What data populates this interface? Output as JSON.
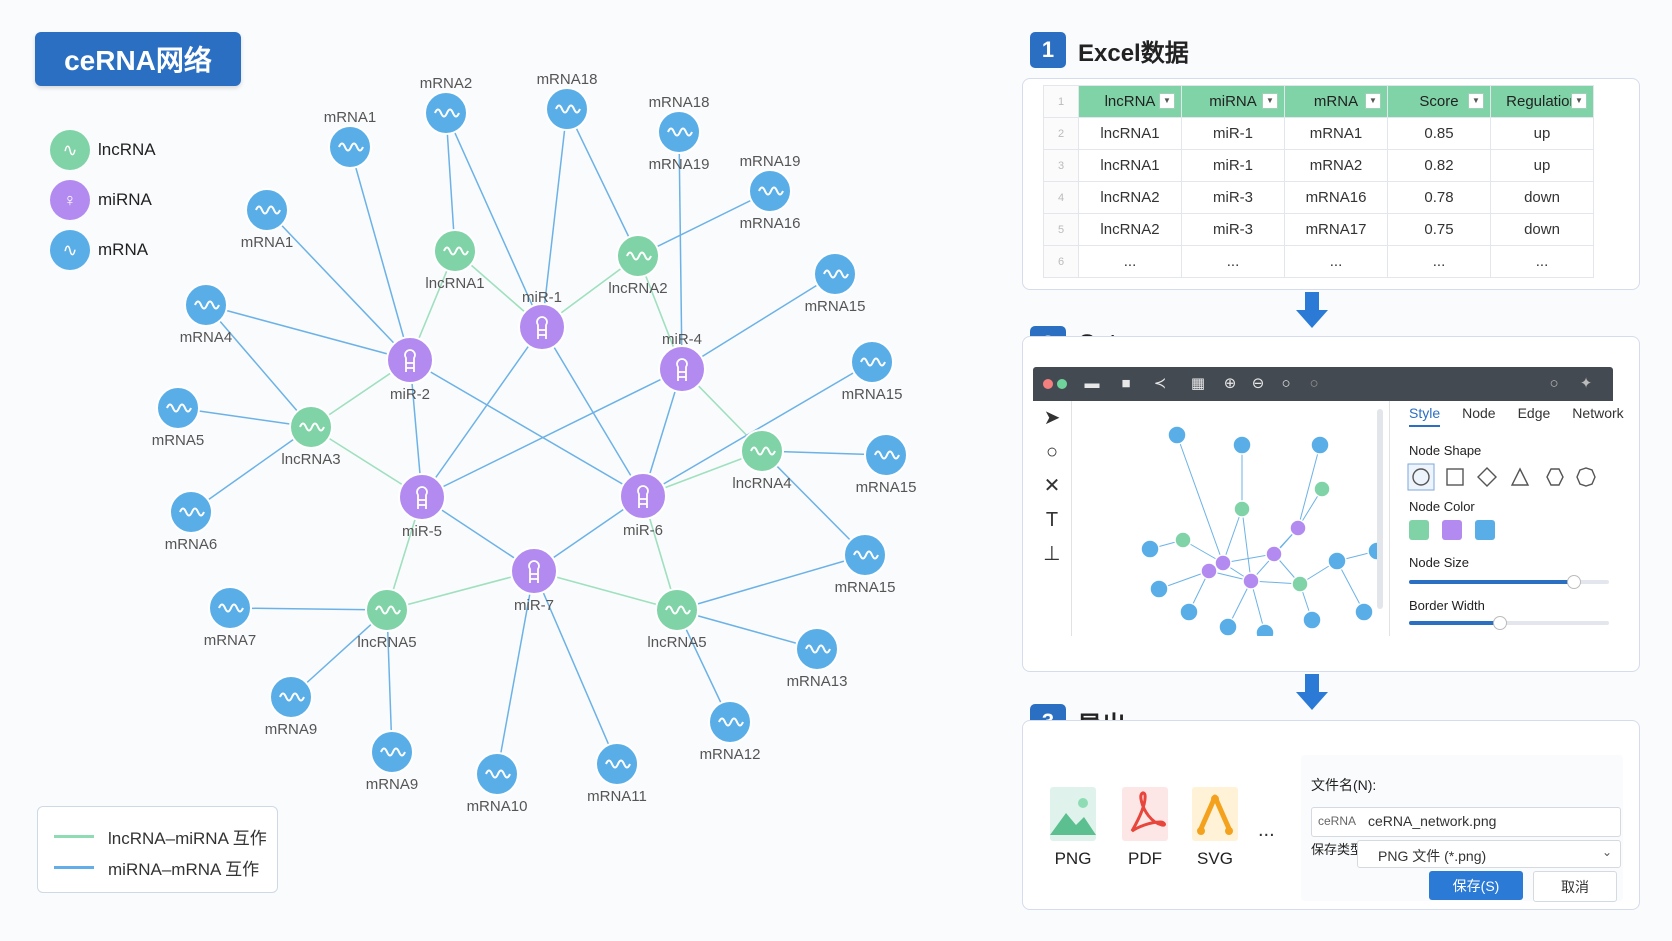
{
  "title": "ceRNA网络",
  "legend": {
    "node_types": [
      {
        "label": "lncRNA",
        "color": "#7fd3a7"
      },
      {
        "label": "miRNA",
        "color": "#b28af0"
      },
      {
        "label": "mRNA",
        "color": "#5aaee8"
      }
    ],
    "edge_types": [
      {
        "label": "lncRNA–miRNA 互作",
        "color": "#8fdcb4"
      },
      {
        "label": "miRNA–mRNA 互作",
        "color": "#63aee8"
      }
    ]
  },
  "network": {
    "lncrna": [
      {
        "id": "L1",
        "label": "lncRNA1"
      },
      {
        "id": "L2",
        "label": "lncRNA2"
      },
      {
        "id": "L3",
        "label": "lncRNA3"
      },
      {
        "id": "L4",
        "label": "lncRNA4"
      },
      {
        "id": "L5",
        "label": "lncRNA5"
      },
      {
        "id": "L6",
        "label": "lncRNA5"
      }
    ],
    "mirna": [
      {
        "id": "M1",
        "label": "miR-1"
      },
      {
        "id": "M2",
        "label": "miR-2"
      },
      {
        "id": "M4",
        "label": "miR-4"
      },
      {
        "id": "M5",
        "label": "miR-5"
      },
      {
        "id": "M6",
        "label": "miR-6"
      },
      {
        "id": "M7",
        "label": "miR-7"
      }
    ],
    "mrna": [
      {
        "id": "R1",
        "label": "mRNA1"
      },
      {
        "id": "R2",
        "label": "mRNA2"
      },
      {
        "id": "R18",
        "label": "mRNA18"
      },
      {
        "id": "R19",
        "label": "mRNA18"
      },
      {
        "id": "R1b",
        "label": "mRNA1"
      },
      {
        "id": "R16",
        "label": "mRNA16"
      },
      {
        "id": "R4",
        "label": "mRNA4"
      },
      {
        "id": "R15a",
        "label": "mRNA15"
      },
      {
        "id": "R15b",
        "label": "mRNA15"
      },
      {
        "id": "R15c",
        "label": "mRNA15"
      },
      {
        "id": "R15d",
        "label": "mRNA15"
      },
      {
        "id": "R5",
        "label": "mRNA5"
      },
      {
        "id": "R6",
        "label": "mRNA6"
      },
      {
        "id": "R7",
        "label": "mRNA7"
      },
      {
        "id": "R9a",
        "label": "mRNA9"
      },
      {
        "id": "R9b",
        "label": "mRNA9"
      },
      {
        "id": "R10",
        "label": "mRNA10"
      },
      {
        "id": "R11",
        "label": "mRNA11"
      },
      {
        "id": "R12",
        "label": "mRNA12"
      },
      {
        "id": "R13",
        "label": "mRNA13"
      }
    ],
    "secondary_labels": {
      "R19": "mRNA19",
      "R16": "mRNA19",
      "L2": "lncRNA2"
    }
  },
  "step1": {
    "num": "1",
    "title": "Excel数据",
    "headers": [
      "lncRNA",
      "miRNA",
      "mRNA",
      "Score",
      "Regulation"
    ],
    "rows": [
      [
        "lncRNA1",
        "miR-1",
        "mRNA1",
        "0.85",
        "up"
      ],
      [
        "lncRNA1",
        "miR-1",
        "mRNA2",
        "0.82",
        "up"
      ],
      [
        "lncRNA2",
        "miR-3",
        "mRNA16",
        "0.78",
        "down"
      ],
      [
        "lncRNA2",
        "miR-3",
        "mRNA17",
        "0.75",
        "down"
      ],
      [
        "...",
        "...",
        "...",
        "...",
        "..."
      ]
    ],
    "row_numbers": [
      "1",
      "2",
      "3",
      "4",
      "5",
      "6"
    ]
  },
  "step2": {
    "num": "2",
    "title": "Cytoscape",
    "tabs": [
      "Style",
      "Node",
      "Edge",
      "Network"
    ],
    "node_shape_label": "Node Shape",
    "node_color_label": "Node Color",
    "node_size_label": "Node Size",
    "border_width_label": "Border Width",
    "node_size": 0.82,
    "border_width": 0.45,
    "colors": [
      "#7fd3a7",
      "#b28af0",
      "#5aaee8"
    ]
  },
  "step3": {
    "num": "3",
    "title": "导出",
    "formats": [
      "PNG",
      "PDF",
      "SVG"
    ],
    "ellipsis": "...",
    "filename_label": "文件名(N):",
    "filename_prefix": "ceRNA",
    "filename_value": "ceRNA_network.png",
    "type_label": "保存类型(T):",
    "type_value": "PNG 文件 (*.png)",
    "save_button": "保存(S)",
    "cancel_button": "取消"
  }
}
